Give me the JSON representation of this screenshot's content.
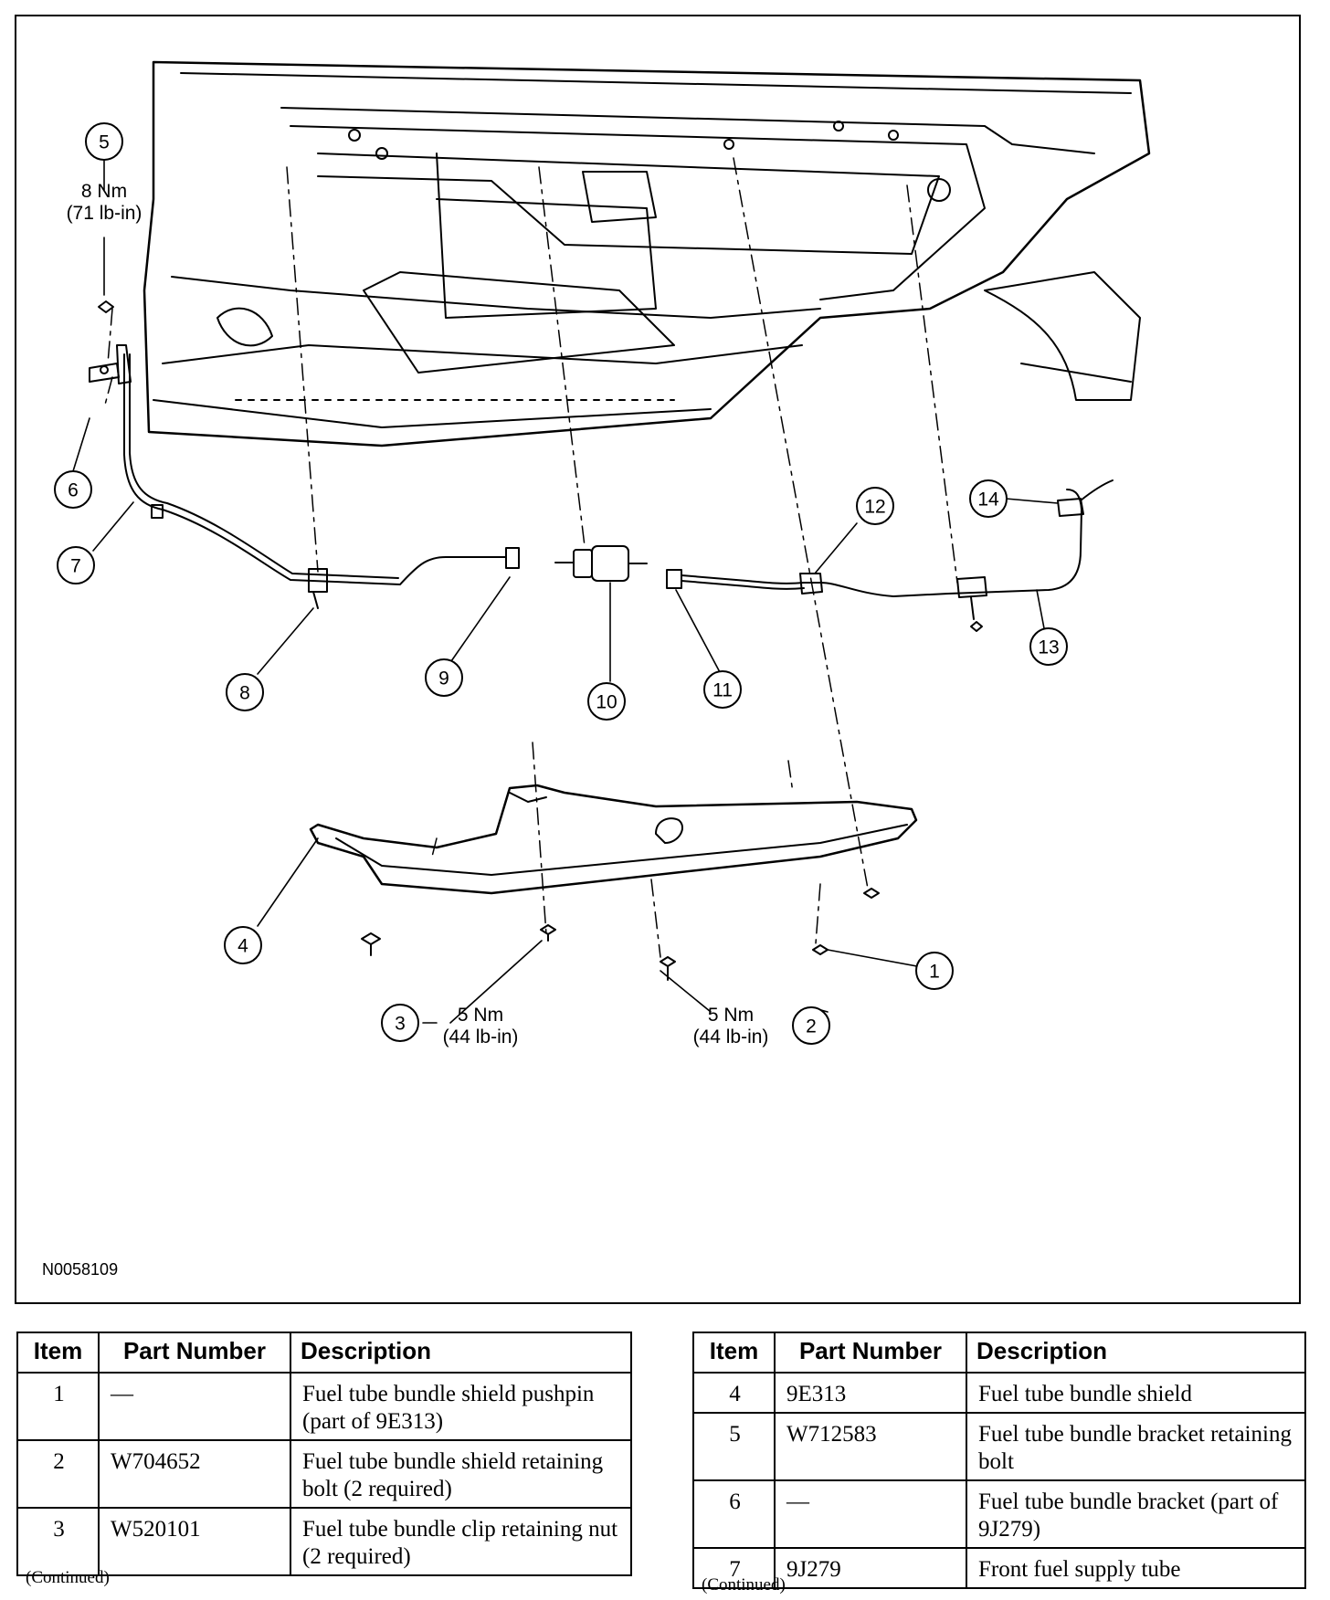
{
  "figure": {
    "reference_code": "N0058109",
    "callouts": {
      "c1": "1",
      "c2": "2",
      "c3": "3",
      "c4": "4",
      "c5": "5",
      "c6": "6",
      "c7": "7",
      "c8": "8",
      "c9": "9",
      "c10": "10",
      "c11": "11",
      "c12": "12",
      "c13": "13",
      "c14": "14"
    },
    "torque": {
      "t5_nm": "8 Nm",
      "t5_lbin": "(71 lb-in)",
      "t3_nm": "5 Nm",
      "t3_lbin": "(44 lb-in)",
      "t2_nm": "5 Nm",
      "t2_lbin": "(44 lb-in)"
    }
  },
  "tables": {
    "headers": {
      "item": "Item",
      "part_number": "Part Number",
      "description": "Description"
    },
    "left": {
      "rows": [
        {
          "item": "1",
          "part": "—",
          "desc": "Fuel tube bundle shield pushpin (part of 9E313)"
        },
        {
          "item": "2",
          "part": "W704652",
          "desc": "Fuel tube bundle shield retaining bolt (2 required)"
        },
        {
          "item": "3",
          "part": "W520101",
          "desc": "Fuel tube bundle clip retaining nut (2 required)"
        }
      ],
      "continued": "(Continued)"
    },
    "right": {
      "rows": [
        {
          "item": "4",
          "part": "9E313",
          "desc": "Fuel tube bundle shield"
        },
        {
          "item": "5",
          "part": "W712583",
          "desc": "Fuel tube bundle bracket retaining bolt"
        },
        {
          "item": "6",
          "part": "—",
          "desc": "Fuel tube bundle bracket (part of 9J279)"
        },
        {
          "item": "7",
          "part": "9J279",
          "desc": "Front fuel supply tube"
        }
      ],
      "continued": "(Continued)"
    }
  }
}
